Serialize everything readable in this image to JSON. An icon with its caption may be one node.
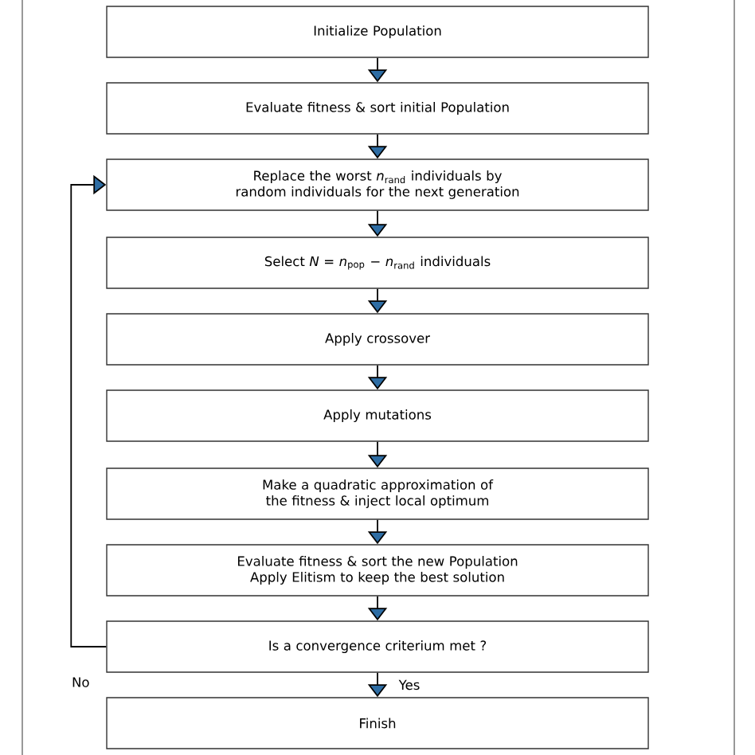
{
  "diagram": {
    "nodes": [
      {
        "text": [
          "Initialize Population"
        ]
      },
      {
        "text": [
          "Evaluate fitness & sort initial Population"
        ]
      },
      {
        "text": [
          "Replace the worst *n*$_{rand}$ individuals by random individuals for the next generation"
        ]
      },
      {
        "text": [
          "Select *N* = *n*$_{pop}$ − *n*$_{rand}$ individuals"
        ]
      },
      {
        "text": [
          "Apply crossover"
        ]
      },
      {
        "text": [
          "Apply mutations"
        ]
      },
      {
        "text": [
          "Make a quadratic approximation of the fitness & inject local optimum"
        ]
      },
      {
        "text": [
          "Evaluate fitness & sort the new Population Apply Elitism to keep the best solution"
        ]
      },
      {
        "text": [
          "Is a convergence criterium met ?"
        ]
      },
      {
        "text": [
          "Finish"
        ]
      }
    ],
    "edges": [
      {
        "from": 0,
        "to": 1,
        "arrow": "to"
      },
      {
        "from": 1,
        "to": 2,
        "arrow": "to"
      },
      {
        "from": 2,
        "to": 3,
        "arrow": "to"
      },
      {
        "from": 3,
        "to": 4,
        "arrow": "to"
      },
      {
        "from": 4,
        "to": 5,
        "arrow": "to"
      },
      {
        "from": 5,
        "to": 6,
        "arrow": "to"
      },
      {
        "from": 6,
        "to": 7,
        "arrow": "to"
      },
      {
        "from": 7,
        "to": 8,
        "arrow": "to"
      },
      {
        "from": 8,
        "to": 9,
        "arrow": "to",
        "label": "Yes"
      },
      {
        "from": 8,
        "to": 2,
        "arrow": "to",
        "label": "No"
      }
    ]
  }
}
